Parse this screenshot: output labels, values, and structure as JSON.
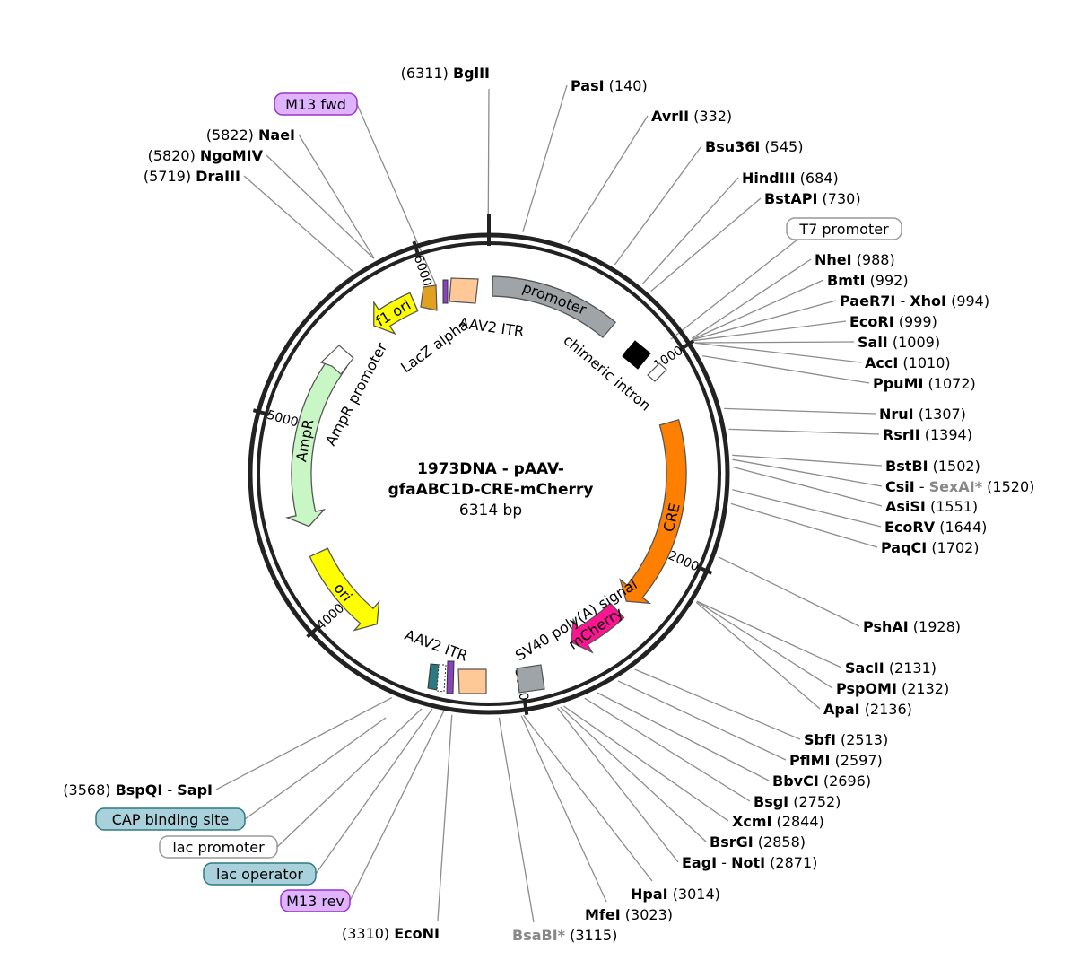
{
  "plasmid": {
    "name_line1": "1973DNA - pAAV-",
    "name_line2": "gfaABC1D-CRE-mCherry",
    "length_label": "6314 bp",
    "length": 6314
  },
  "ticks": [
    {
      "pos": 1000,
      "label": "1000"
    },
    {
      "pos": 2000,
      "label": "2000"
    },
    {
      "pos": 3000,
      "label": "3000"
    },
    {
      "pos": 4000,
      "label": "4000"
    },
    {
      "pos": 5000,
      "label": "5000"
    },
    {
      "pos": 6000,
      "label": "6000"
    }
  ],
  "sites": [
    {
      "name": "PasI",
      "pos": 140,
      "pos_label": "(140)"
    },
    {
      "name": "AvrII",
      "pos": 332,
      "pos_label": "(332)"
    },
    {
      "name": "Bsu36I",
      "pos": 545,
      "pos_label": "(545)"
    },
    {
      "name": "HindIII",
      "pos": 684,
      "pos_label": "(684)"
    },
    {
      "name": "BstAPI",
      "pos": 730,
      "pos_label": "(730)"
    },
    {
      "name": "NheI",
      "pos": 988,
      "pos_label": "(988)"
    },
    {
      "name": "BmtI",
      "pos": 992,
      "pos_label": "(992)"
    },
    {
      "name": "PaeR7I",
      "name2": "XhoI",
      "pos": 994,
      "pos_label": "(994)"
    },
    {
      "name": "EcoRI",
      "pos": 999,
      "pos_label": "(999)"
    },
    {
      "name": "SalI",
      "pos": 1009,
      "pos_label": "(1009)"
    },
    {
      "name": "AccI",
      "pos": 1010,
      "pos_label": "(1010)"
    },
    {
      "name": "PpuMI",
      "pos": 1072,
      "pos_label": "(1072)"
    },
    {
      "name": "NruI",
      "pos": 1307,
      "pos_label": "(1307)"
    },
    {
      "name": "RsrII",
      "pos": 1394,
      "pos_label": "(1394)"
    },
    {
      "name": "BstBI",
      "pos": 1502,
      "pos_label": "(1502)"
    },
    {
      "name": "CsiI",
      "name2": "SexAI*",
      "name2_gray": true,
      "pos": 1520,
      "pos_label": "(1520)"
    },
    {
      "name": "AsiSI",
      "pos": 1551,
      "pos_label": "(1551)"
    },
    {
      "name": "EcoRV",
      "pos": 1644,
      "pos_label": "(1644)"
    },
    {
      "name": "PaqCI",
      "pos": 1702,
      "pos_label": "(1702)"
    },
    {
      "name": "PshAI",
      "pos": 1928,
      "pos_label": "(1928)"
    },
    {
      "name": "SacII",
      "pos": 2131,
      "pos_label": "(2131)"
    },
    {
      "name": "PspOMI",
      "pos": 2132,
      "pos_label": "(2132)"
    },
    {
      "name": "ApaI",
      "pos": 2136,
      "pos_label": "(2136)"
    },
    {
      "name": "SbfI",
      "pos": 2513,
      "pos_label": "(2513)"
    },
    {
      "name": "PflMI",
      "pos": 2597,
      "pos_label": "(2597)"
    },
    {
      "name": "BbvCI",
      "pos": 2696,
      "pos_label": "(2696)"
    },
    {
      "name": "BsgI",
      "pos": 2752,
      "pos_label": "(2752)"
    },
    {
      "name": "XcmI",
      "pos": 2844,
      "pos_label": "(2844)"
    },
    {
      "name": "BsrGI",
      "pos": 2858,
      "pos_label": "(2858)"
    },
    {
      "name": "EagI",
      "name2": "NotI",
      "pos": 2871,
      "pos_label": "(2871)"
    },
    {
      "name": "HpaI",
      "pos": 3014,
      "pos_label": "(3014)"
    },
    {
      "name": "MfeI",
      "pos": 3023,
      "pos_label": "(3023)"
    },
    {
      "name": "BsaBI*",
      "gray": true,
      "pos": 3115,
      "pos_label": "(3115)"
    },
    {
      "name": "EcoNI",
      "pos": 3310,
      "pos_label": "(3310)"
    },
    {
      "name": "BspQI",
      "name2": "SapI",
      "pos": 3568,
      "pos_label": "(3568)"
    },
    {
      "name": "DraIII",
      "pos": 5719,
      "pos_label": "(5719)"
    },
    {
      "name": "NgoMIV",
      "pos": 5820,
      "pos_label": "(5820)"
    },
    {
      "name": "NaeI",
      "pos": 5822,
      "pos_label": "(5822)"
    },
    {
      "name": "BglII",
      "pos": 6311,
      "pos_label": "(6311)"
    }
  ],
  "boxed_labels": [
    {
      "text": "M13 fwd",
      "style": "purple",
      "pos": 6150
    },
    {
      "text": "T7 promoter",
      "style": "white",
      "pos": 970
    },
    {
      "text": "CAP binding site",
      "style": "teal",
      "pos": 3640
    },
    {
      "text": "lac promoter",
      "style": "white",
      "pos": 3620
    },
    {
      "text": "lac operator",
      "style": "teal",
      "pos": 3590
    },
    {
      "text": "M13 rev",
      "style": "purple",
      "pos": 3560
    }
  ],
  "features": [
    {
      "name": "promoter",
      "start": 20,
      "end": 700,
      "color": "#9fa4a8",
      "kind": "box"
    },
    {
      "name": "CRE",
      "start": 1300,
      "end": 2330,
      "color": "#ff8000",
      "kind": "arrow"
    },
    {
      "name": "mCherry",
      "start": 2400,
      "end": 2700,
      "color": "#ff1493",
      "kind": "arrow"
    },
    {
      "name": "ori",
      "start": 3800,
      "end": 4300,
      "color": "#ffff00",
      "kind": "arrow-rev"
    },
    {
      "name": "AmpR",
      "start": 4450,
      "end": 5380,
      "color": "#c8f7c5",
      "kind": "arrow-rev"
    },
    {
      "name": "f1 ori",
      "start": 5650,
      "end": 5900,
      "color": "#ffff00",
      "kind": "arrow-rev"
    }
  ],
  "feature_labels": {
    "aav2_itr_top": "AAV2 ITR",
    "lacz_alpha": "LacZ alpha",
    "chimeric_intron": "chimeric intron",
    "ampr_promoter": "AmpR promoter",
    "sv40": "SV40 poly(A) signal",
    "aav2_itr_bottom": "AAV2 ITR"
  },
  "colors": {
    "promoter": "#9fa4a8",
    "cre": "#ff8000",
    "mcherry": "#ff1493",
    "ori": "#ffff00",
    "ampr": "#c8f7c5",
    "itr": "#ffc896",
    "boxed_purple": "#e0b3ff",
    "boxed_teal": "#a8d1db",
    "leader": "#8c8c8c"
  }
}
